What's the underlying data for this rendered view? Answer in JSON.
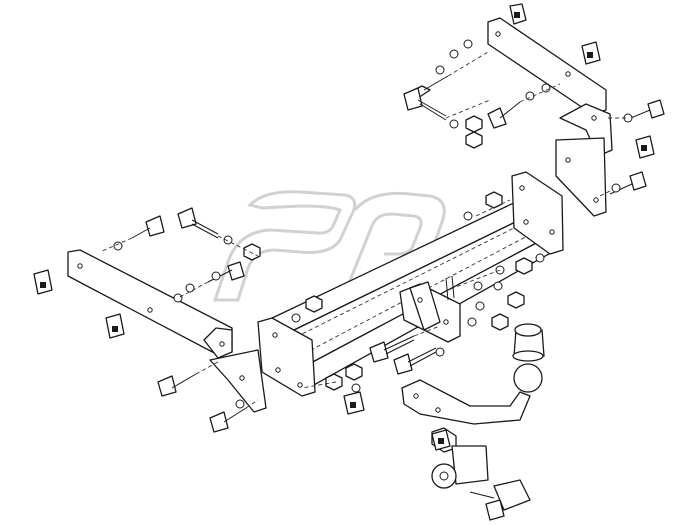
{
  "diagram": {
    "background": "#ffffff",
    "line_color": "#1a1a1a",
    "watermark_color": "#c9c9c9",
    "watermark_icon": "sp-logo-outline",
    "parts": [
      {
        "id": "main-crossbar",
        "icon": "square-tube-beam"
      },
      {
        "id": "left-side-bracket",
        "icon": "flat-plate-bracket"
      },
      {
        "id": "right-side-bracket",
        "icon": "angled-plate-bracket"
      },
      {
        "id": "tow-ball-neck",
        "icon": "swan-neck-arm"
      },
      {
        "id": "tow-ball",
        "icon": "ball-with-cap"
      },
      {
        "id": "socket-plate",
        "icon": "electrical-socket-plate"
      },
      {
        "id": "bolts",
        "icon": "hex-bolt"
      },
      {
        "id": "nuts",
        "icon": "hex-nut"
      },
      {
        "id": "washers",
        "icon": "flat-washer"
      },
      {
        "id": "cage-nuts",
        "icon": "cage-nut-clip"
      }
    ]
  }
}
